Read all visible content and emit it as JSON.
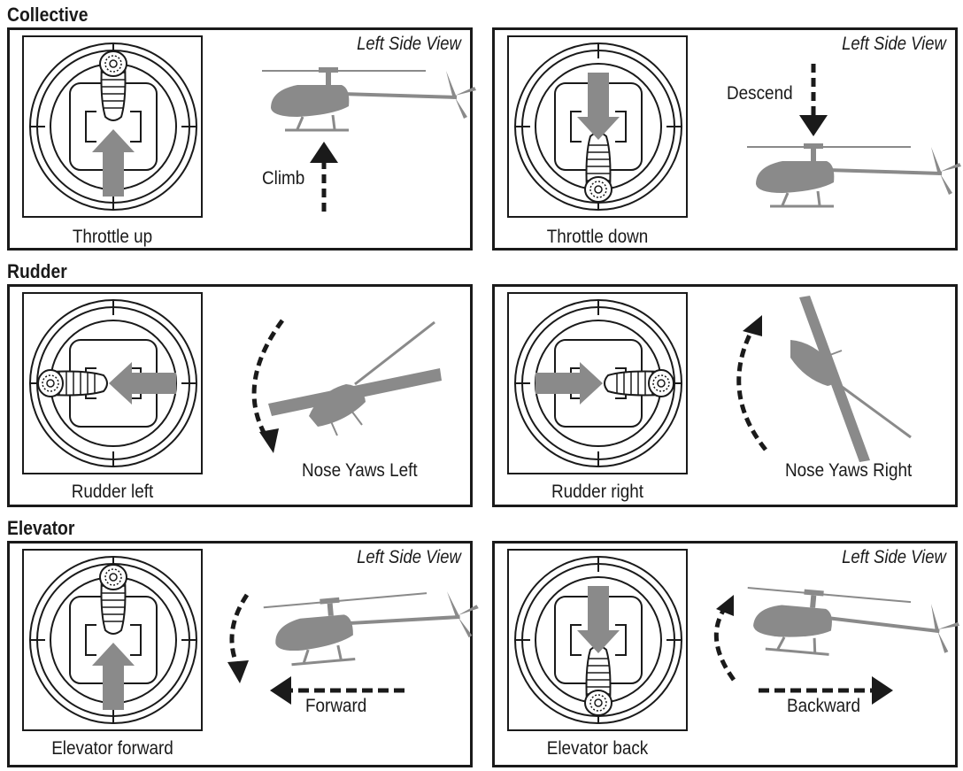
{
  "sections": {
    "collective": "Collective",
    "rudder": "Rudder",
    "elevator": "Elevator"
  },
  "view_label": "Left Side View",
  "panels": {
    "throttle_up": {
      "caption": "Throttle up",
      "label": "Climb"
    },
    "throttle_down": {
      "caption": "Throttle down",
      "label": "Descend"
    },
    "rudder_left": {
      "caption": "Rudder left",
      "label": "Nose Yaws Left"
    },
    "rudder_right": {
      "caption": "Rudder right",
      "label": "Nose Yaws Right"
    },
    "elevator_forward": {
      "caption": "Elevator forward",
      "label": "Forward"
    },
    "elevator_back": {
      "caption": "Elevator back",
      "label": "Backward"
    }
  },
  "colors": {
    "outline": "#1a1a1a",
    "gray": "#8a8a8a"
  }
}
